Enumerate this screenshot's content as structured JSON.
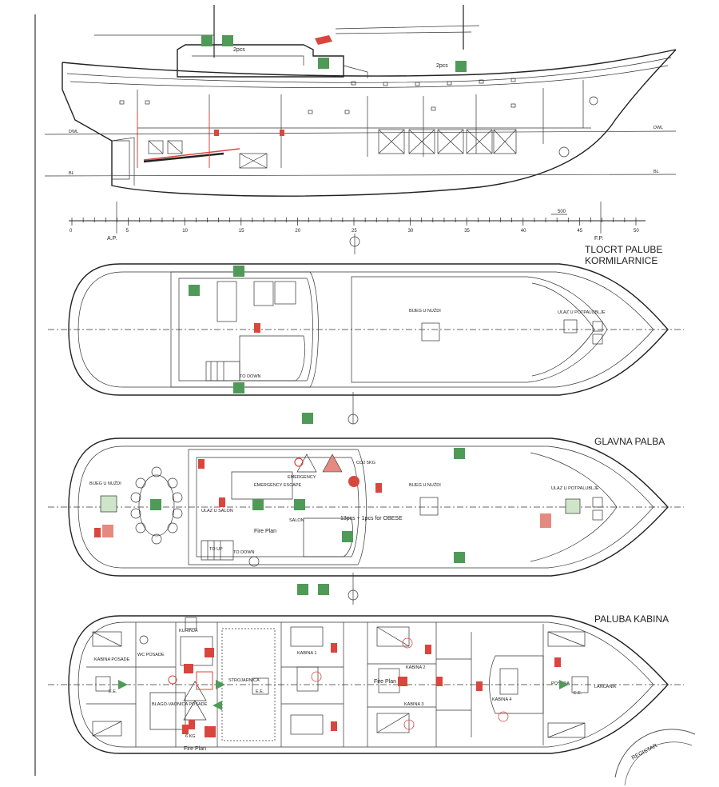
{
  "side_view": {
    "callout_pcs_upper": "2pcs",
    "callout_pcs_lower": "2pcs",
    "waterline_label_left": "DWL",
    "waterline_label_right": "DWL",
    "baseline_label_left": "BL",
    "baseline_label_right": "BL",
    "scale_ticks": [
      "0",
      "5",
      "10",
      "15",
      "20",
      "25",
      "30",
      "35",
      "40",
      "45",
      "50"
    ],
    "scale_mark": "500",
    "aft_perpendicular": "A.P.",
    "fwd_perpendicular": "F.P."
  },
  "wheelhouse_deck": {
    "title_line1": "TLOCRT PALUBE",
    "title_line2": "KORMILARNICE",
    "escape_label": "BIJEG U NUŽDI",
    "entrance_label": "ULAZ U POTPALUBLJE",
    "stair_label": "TO DOWN"
  },
  "main_deck": {
    "title": "GLAVNA PALBA",
    "escape_left": "BIJEG U NUŽDI",
    "escape_center": "BIJEG U NUŽDI",
    "entrance_label": "ULAZ U POTPALUBLJE",
    "salon_entrance": "ULAZ U SALON",
    "emergency_escape": "EMERGENCY ESCAPE",
    "emergency": "EMERGENCY",
    "salon": "SALON",
    "co2": "CO2 5KG",
    "lifejackets": "13pcs + 1pcs for OBESE",
    "fire_plan": "Fire Plan",
    "to_up": "TO UP",
    "to_down": "TO DOWN"
  },
  "cabin_deck": {
    "title": "PALUBA KABINA",
    "crew_cabin": "KABINA POSADE",
    "crew_wc": "WC POSADE",
    "galley": "KUHINJA",
    "crew_mess": "BLAGO-VAONICA POSADE",
    "engine_room": "STROJARNICA",
    "cabin_1": "KABINA 1",
    "cabin_2": "KABINA 2",
    "cabin_3": "KABINA 3",
    "cabin_4": "KABINA 4",
    "crew": "POSADA",
    "chain_locker": "LANČANIK",
    "fire_plan": "Fire Plan",
    "emergency_exit": "E.E.",
    "ext_kg": "6 KG"
  },
  "stamp": {
    "text": "REGISTAR"
  },
  "colors": {
    "safety_green": "#4f9a57",
    "fire_red": "#d9463e",
    "line": "#222222"
  }
}
